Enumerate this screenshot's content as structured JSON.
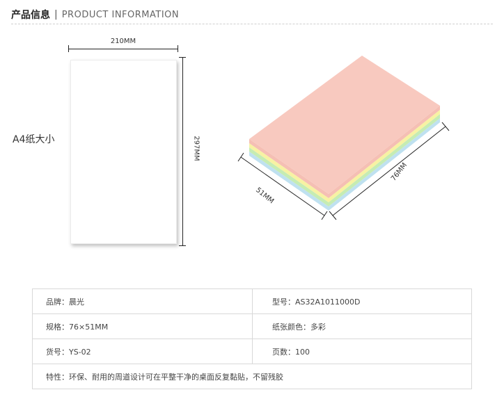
{
  "header": {
    "title_cn": "产品信息",
    "separator": "|",
    "title_en": "PRODUCT INFORMATION"
  },
  "figure": {
    "a4_label": "A4纸大小",
    "a4_width": "210MM",
    "a4_height": "297MM",
    "pad_width": "51MM",
    "pad_length": "76MM",
    "pad_colors": [
      "#f8c9bf",
      "#f7f2a3",
      "#c6ecb3",
      "#bfe1f0"
    ]
  },
  "specs": {
    "brand": "品牌：晨光",
    "model": "型号：AS32A1011000D",
    "size": "规格：76×51MM",
    "color": "纸张颜色：多彩",
    "item_no": "货号：YS-02",
    "pages": "页数：100",
    "feature": "特性：环保、耐用的周道设计可在平整干净的桌面反复黏贴，不留残胶"
  }
}
